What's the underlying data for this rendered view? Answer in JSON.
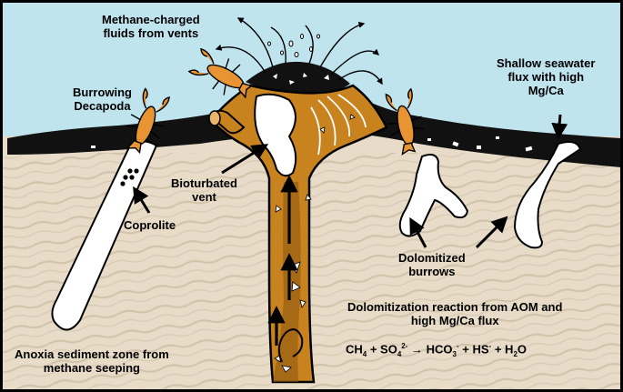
{
  "colors": {
    "seawater": "#bfe4ee",
    "sediment": "#e8dcc8",
    "sediment_lines": "#d2c4ac",
    "crust": "#111111",
    "vent_fill": "#c8831e",
    "decapod": "#e89433",
    "outline": "#000000",
    "burrow": "#ffffff"
  },
  "labels": {
    "methane_fluids_1": "Methane-charged",
    "methane_fluids_2": "fluids from vents",
    "burrowing_1": "Burrowing",
    "burrowing_2": "Decapoda",
    "shallow_1": "Shallow seawater",
    "shallow_2": "flux with high",
    "shallow_3": "Mg/Ca",
    "bioturbated_1": "Bioturbated",
    "bioturbated_2": "vent",
    "coprolite": "Coprolite",
    "dolomitized_1": "Dolomitized",
    "dolomitized_2": "burrows",
    "reaction_1": "Dolomitization reaction from AOM and",
    "reaction_2": "high Mg/Ca flux",
    "anoxia_1": "Anoxia sediment zone from",
    "anoxia_2": "methane seeping"
  },
  "equation": {
    "ch": "CH",
    "ch_sub": "4",
    "plus1": " + SO",
    "so_sub": "4",
    "so_sup": "2-",
    "arrow": " → HCO",
    "hco_sub": "3",
    "hco_sup": "-",
    "plus2": " + HS",
    "hs_sup": "-",
    "plus3": " + H",
    "h_sub": "2",
    "o": "O"
  },
  "icons": [
    "decapod-icon",
    "vent-flow-arrow-icon",
    "coprolite-pellet-icon",
    "methane-bubble-icon"
  ]
}
